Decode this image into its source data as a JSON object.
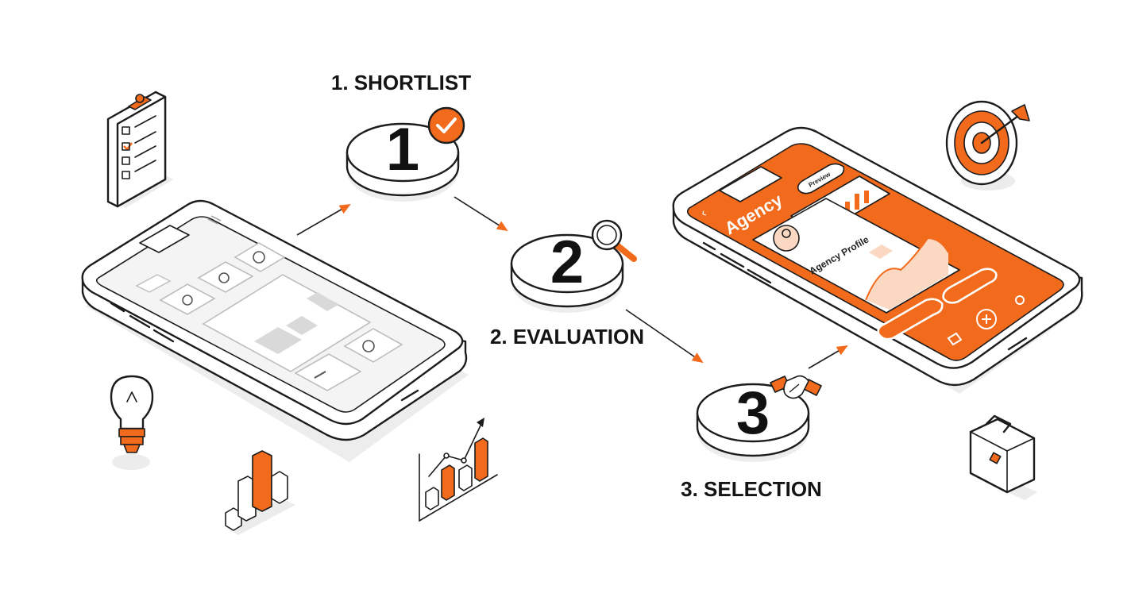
{
  "steps": [
    {
      "number": "1",
      "label": "1. SHORTLIST",
      "badge": "check-icon"
    },
    {
      "number": "2",
      "label": "2. EVALUATION",
      "badge": "magnifier-icon"
    },
    {
      "number": "3",
      "label": "3. SELECTION",
      "badge": "handshake-icon"
    }
  ],
  "agency_app": {
    "header": "Agency",
    "pill": "Preview",
    "profile_title": "Agency Profile"
  },
  "colors": {
    "accent": "#f26a1b",
    "accent_light": "#fbd8c2",
    "ink": "#1c1c1c",
    "phone_screen": "#f4f4f4",
    "shadow": "#ececec"
  },
  "icons": [
    "clipboard-checklist-icon",
    "lightbulb-icon",
    "bar-chart-icon",
    "trend-chart-icon",
    "target-arrow-icon",
    "briefcase-icon"
  ]
}
